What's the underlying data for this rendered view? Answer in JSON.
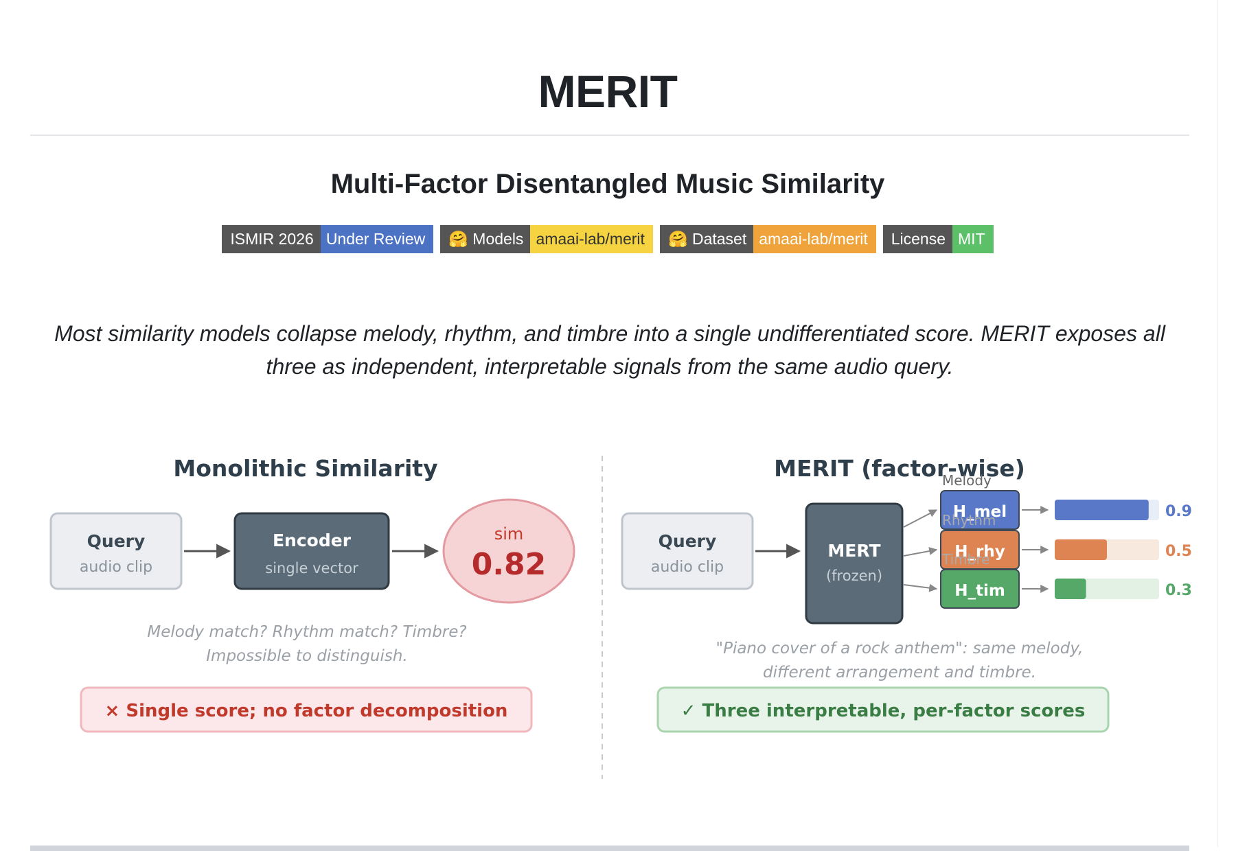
{
  "page": {
    "title": "MERIT",
    "subtitle": "Multi-Factor Disentangled Music Similarity",
    "tagline": "Most similarity models collapse melody, rhythm, and timbre into a single undifferentiated score. MERIT exposes all three as independent, interpretable signals from the same audio query."
  },
  "badges": [
    {
      "label": "ISMIR 2026",
      "value": "Under Review",
      "color": "#4c72c4",
      "value_text_color": "#ffffff"
    },
    {
      "label": "🤗 Models",
      "value": "amaai-lab/merit",
      "color": "#f5d341",
      "value_text_color": "#333333"
    },
    {
      "label": "🤗 Dataset",
      "value": "amaai-lab/merit",
      "color": "#f0a33a",
      "value_text_color": "#ffffff"
    },
    {
      "label": "License",
      "value": "MIT",
      "color": "#5cc069",
      "value_text_color": "#ffffff"
    }
  ],
  "diagram": {
    "left": {
      "title": "Monolithic Similarity",
      "query_title": "Query",
      "query_sub": "audio clip",
      "encoder_title": "Encoder",
      "encoder_sub": "single vector",
      "sim_label": "sim",
      "sim_value": "0.82",
      "caption_line1": "Melody match? Rhythm match? Timbre?",
      "caption_line2": "Impossible to distinguish.",
      "verdict": "× Single score; no factor decomposition"
    },
    "right": {
      "title": "MERIT (factor-wise)",
      "query_title": "Query",
      "query_sub": "audio clip",
      "mert_title": "MERT",
      "mert_sub": "(frozen)",
      "heads": [
        {
          "factor": "Melody",
          "head": "H_mel",
          "score": 0.9,
          "score_label": "0.9",
          "color": "#5a78c8",
          "track": "#e8eef8"
        },
        {
          "factor": "Rhythm",
          "head": "H_rhy",
          "score": 0.5,
          "score_label": "0.5",
          "color": "#dd8452",
          "track": "#f8e9de"
        },
        {
          "factor": "Timbre",
          "head": "H_tim",
          "score": 0.3,
          "score_label": "0.3",
          "color": "#55a868",
          "track": "#e3f1e5"
        }
      ],
      "caption_line1": "\"Piano cover of a rock anthem\": same melody,",
      "caption_line2": "different arrangement and timbre.",
      "verdict": "✓ Three interpretable, per-factor scores"
    }
  }
}
